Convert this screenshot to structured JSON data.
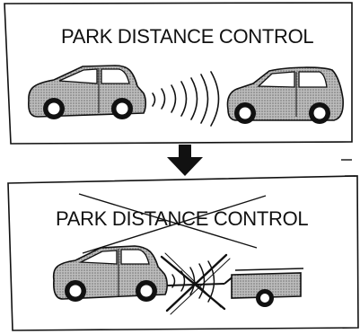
{
  "panels": {
    "top": {
      "caption": "PARK DISTANCE CONTROL",
      "state": "active"
    },
    "bottom": {
      "caption": "PARK DISTANCE CONTROL",
      "state": "disabled-with-trailer"
    }
  },
  "icons": {
    "arrow": "down-arrow-icon",
    "cross_text": "cross-out-icon",
    "cross_signal": "blocked-signal-icon"
  },
  "colors": {
    "line": "#111111",
    "fill": "#9a9a9a"
  }
}
